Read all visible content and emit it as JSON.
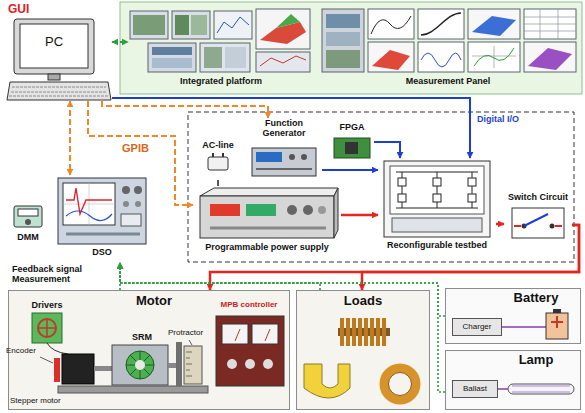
{
  "diagram": {
    "nodes": [
      {
        "text": [
          "GUI",
          "PC"
        ]
      },
      {
        "text": [
          "Integrated platform"
        ]
      },
      {
        "text": [
          "Measurement Panel"
        ]
      },
      {
        "text": [
          "FPGA"
        ]
      },
      {
        "text": [
          "AC-line"
        ]
      },
      {
        "text": [
          "Function Generator"
        ]
      },
      {
        "text": [
          "DMM"
        ]
      },
      {
        "text": [
          "DSO"
        ]
      },
      {
        "text": [
          "Programmable power supply"
        ]
      },
      {
        "text": [
          "Reconfigurable testbed"
        ]
      },
      {
        "text": [
          "Switch Circuit"
        ]
      },
      {
        "text": [
          "Motor"
        ]
      },
      {
        "text": [
          "Drivers"
        ],
        "in": 11
      },
      {
        "text": [
          "MPB controller"
        ],
        "in": 11
      },
      {
        "text": [
          "Loads"
        ]
      },
      {
        "text": [
          "Battery"
        ]
      },
      {
        "text": [
          "Charger"
        ],
        "in": 15
      },
      {
        "text": [
          "Lamp"
        ]
      },
      {
        "text": [
          "Ballast"
        ],
        "in": 17
      }
    ],
    "edges": [
      {
        "from": 0,
        "to": 1,
        "arrow": "both"
      },
      {
        "from": 0,
        "to": 7,
        "arrow": "both"
      },
      {
        "from": 0,
        "to": 5,
        "arrow": "to"
      },
      {
        "from": 0,
        "to": 8,
        "arrow": "to"
      },
      {
        "from": 0,
        "to": 9,
        "label": "Digital I/O",
        "arrow": "to"
      },
      {
        "from": 3,
        "to": 9,
        "arrow": "to"
      },
      {
        "from": 5,
        "to": 9,
        "arrow": "to"
      },
      {
        "from": 4,
        "to": 8,
        "arrow": "none"
      },
      {
        "from": 8,
        "to": 9,
        "arrow": "to"
      },
      {
        "from": 9,
        "to": 10,
        "arrow": "to"
      },
      {
        "from": 10,
        "to": 11,
        "arrow": "to"
      },
      {
        "from": 10,
        "to": 14,
        "arrow": "to"
      },
      {
        "from": 11,
        "to": 7,
        "arrow": "to"
      },
      {
        "from": 14,
        "to": 7,
        "arrow": "to"
      },
      {
        "from": 15,
        "to": 7,
        "arrow": "to"
      },
      {
        "from": 17,
        "to": 7,
        "arrow": "to"
      }
    ],
    "labels": [
      "GPIB",
      "Feedback signal Measurement",
      "Encoder",
      "Stepper motor",
      "SRM",
      "Protractor"
    ]
  }
}
